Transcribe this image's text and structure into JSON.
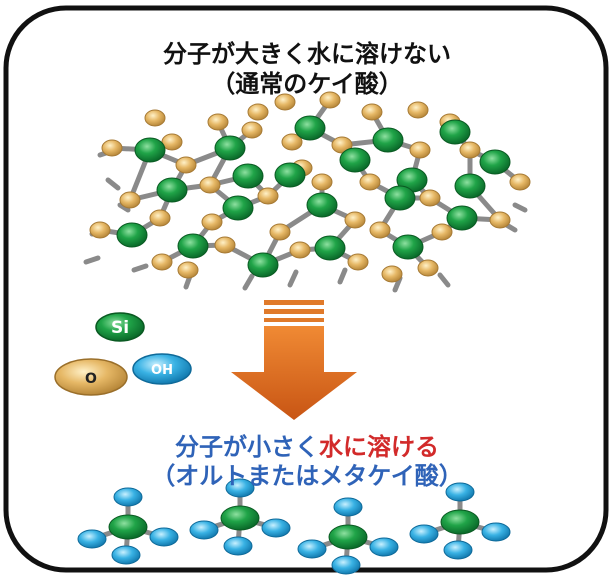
{
  "top": {
    "line1": "分子が大きく水に溶けない",
    "line2": "（通常のケイ酸）"
  },
  "legend": {
    "si": "Si",
    "o": "O",
    "oh": "OH"
  },
  "bottom": {
    "line1_part1": "分子が小さく",
    "line1_part2": "水に溶ける",
    "line2": "（オルトまたはメタケイ酸）"
  },
  "colors": {
    "si_green": "#1e9a3e",
    "o_gold": "#e4b45a",
    "oh_blue": "#2ea6d9",
    "arrow_orange": "#d9661c",
    "red_text": "#d22a2a",
    "blue_text": "#2f63b8"
  }
}
